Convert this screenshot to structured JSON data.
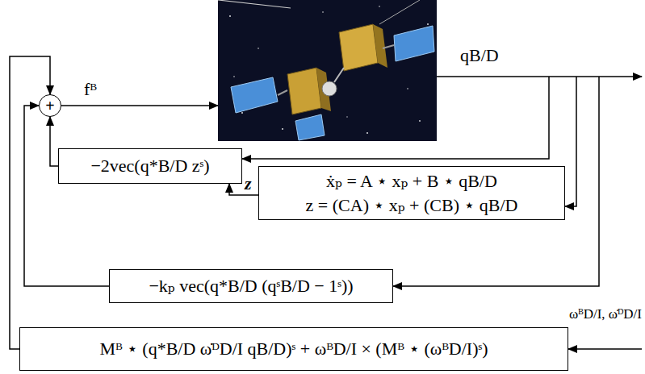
{
  "diagram": {
    "nodes": [
      {
        "text": [
          "+"
        ]
      },
      {
        "text": [
          "−2vec(q*B/D zˢ)"
        ]
      },
      {
        "text": [
          "ẋₚ = A ⋆ xₚ + B ⋆ qB/D",
          "z = (CA) ⋆ xₚ + (CB) ⋆ qB/D"
        ]
      },
      {
        "text": [
          "−kₚ vec(q*B/D (qˢB/D − 1ˢ))"
        ]
      },
      {
        "text": [
          "Mᴮ ⋆ (q*B/D ω̇ᴰD/I qB/D)ˢ + ωᴮD/I × (Mᴮ ⋆ (ωᴮD/I)ˢ)"
        ]
      }
    ],
    "edges": [
      {
        "from": 1,
        "to": 0,
        "arrow": "to"
      },
      {
        "from": 2,
        "to": 1,
        "label": "z",
        "arrow": "to"
      },
      {
        "from": 3,
        "to": 0,
        "arrow": "to"
      },
      {
        "from": 4,
        "to": 0,
        "arrow": "to"
      }
    ],
    "labels": [
      "fᴮ",
      "qB/D",
      "ωᴮD/I, ω̇ᴰD/I"
    ]
  }
}
